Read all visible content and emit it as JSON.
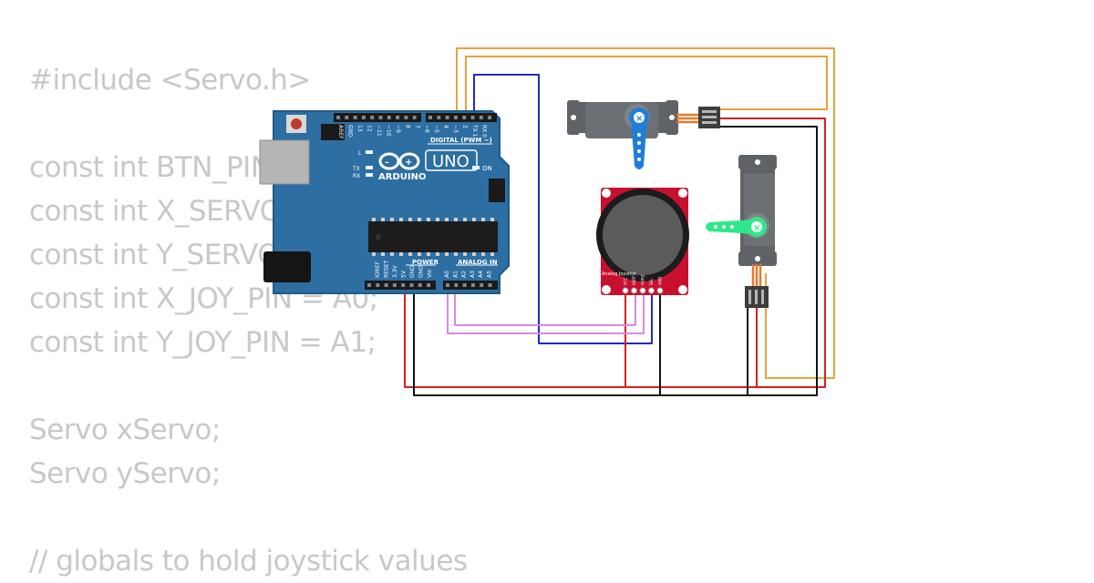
{
  "code_lines": [
    "#include <Servo.h>",
    "",
    "const int BTN_PIN = 2;",
    "const int X_SERVO_PIN = 3;",
    "const int Y_SERVO_PIN = 5;",
    "const int X_JOY_PIN = A0;",
    "const int Y_JOY_PIN = A1;",
    "",
    "Servo xServo;",
    "Servo yServo;",
    "",
    "// globals to hold joystick values"
  ],
  "arduino": {
    "brand": "ARDUINO",
    "model": "UNO",
    "digital_header": "DIGITAL (PWM ~)",
    "power_header": "POWER",
    "analog_header": "ANALOG IN",
    "on_label": "ON",
    "l_label": "L",
    "tx_label": "TX",
    "rx_label": "RX",
    "top_pins": [
      "AREF",
      "GND",
      "13",
      "12",
      "~11",
      "~10",
      "~9",
      "8",
      "7",
      "~6",
      "~5",
      "4",
      "~3",
      "2",
      "TX 1",
      "RX 0"
    ],
    "power_pins": [
      "IOREF",
      "RESET",
      "3.3V",
      "5V",
      "GND",
      "GND",
      "Vin"
    ],
    "analog_pins": [
      "A0",
      "A1",
      "A2",
      "A3",
      "A4",
      "A5"
    ]
  },
  "joystick": {
    "label": "Analog Joystick",
    "pins": [
      "VCC",
      "VERT",
      "HORZ",
      "SEL",
      "GND"
    ]
  },
  "colors": {
    "board": "#2d6ea3",
    "board_dark": "#225a86",
    "servo_body": "#5f6368",
    "joystick_pcb": "#c8102e",
    "wire_orange": "#e8a33c",
    "wire_blue": "#1f2ac6",
    "wire_red": "#d62020",
    "wire_black": "#111111",
    "wire_pink": "#d98ae0",
    "horn_blue": "#1f7ed8",
    "horn_green": "#2ee88a",
    "code_text": "#c8c8c8"
  }
}
